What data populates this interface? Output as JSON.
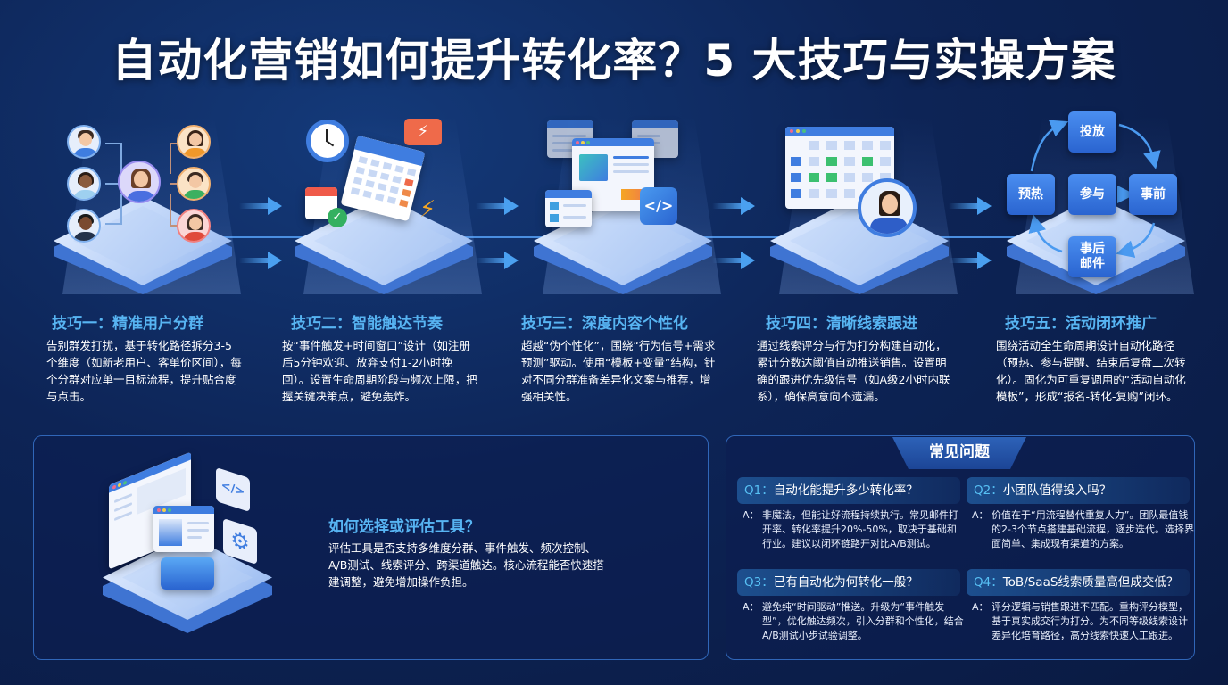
{
  "title": "自动化营销如何提升转化率？5 大技巧与实操方案",
  "colors": {
    "background": "#0d2456",
    "accent": "#57b4f2",
    "flow_line": "#4a8ee0",
    "node": "#3a7ae4"
  },
  "tips": [
    {
      "title": "技巧一：精准用户分群",
      "desc": "告别群发打扰，基于转化路径拆分3-5个维度（如新老用户、客单价区间），每个分群对应单一目标流程，提升贴合度与点击。",
      "icon": "user-segmentation-icon"
    },
    {
      "title": "技巧二：智能触达节奏",
      "desc": "按“事件触发+时间窗口”设计（如注册后5分钟欢迎、放弃支付1-2小时挽回）。设置生命周期阶段与频次上限，把握关键决策点，避免轰炸。",
      "icon": "calendar-clock-icon"
    },
    {
      "title": "技巧三：深度内容个性化",
      "desc": "超越“伪个性化”，围绕“行为信号+需求预测”驱动。使用“模板+变量”结构，针对不同分群准备差异化文案与推荐，增强相关性。",
      "icon": "content-window-icon"
    },
    {
      "title": "技巧四：清晰线索跟进",
      "desc": "通过线索评分与行为打分构建自动化，累计分数达阈值自动推送销售。设置明确的跟进优先级信号（如A级2小时内联系），确保高意向不遗漏。",
      "icon": "lead-scoring-icon"
    },
    {
      "title": "技巧五：活动闭环推广",
      "desc": "围绕活动全生命周期设计自动化路径（预热、参与提醒、结束后复盘二次转化）。固化为可重复调用的“活动自动化模板”，形成“报名-转化-复购”闭环。",
      "icon": "cycle-loop-icon"
    }
  ],
  "cycle": {
    "top": "投放",
    "left": "预热",
    "center": "参与",
    "right": "事前",
    "bottom": "事后\n邮件"
  },
  "tools": {
    "title": "如何选择或评估工具？",
    "desc": "评估工具是否支持多维度分群、事件触发、频次控制、A/B测试、线索评分、跨渠道触达。核心流程能否快速搭建调整，避免增加操作负担。"
  },
  "faq": {
    "heading": "常见问题",
    "items": [
      {
        "num": "Q1：",
        "q": "自动化能提升多少转化率？",
        "a_label": "A：",
        "a": "非魔法，但能让好流程持续执行。常见邮件打开率、转化率提升20%-50%，取决于基础和行业。建议以闭环链路开对比A/B测试。"
      },
      {
        "num": "Q2：",
        "q": "小团队值得投入吗？",
        "a_label": "A：",
        "a": "价值在于“用流程替代重复人力”。团队最值钱的2-3个节点搭建基础流程，逐步迭代。选择界面简单、集成现有渠道的方案。"
      },
      {
        "num": "Q3：",
        "q": "已有自动化为何转化一般？",
        "a_label": "A：",
        "a": "避免纯“时间驱动”推送。升级为“事件触发型”，优化触达频次，引入分群和个性化，结合A/B测试小步试验调整。"
      },
      {
        "num": "Q4：",
        "q": "ToB/SaaS线索质量高但成交低？",
        "a_label": "A：",
        "a": "评分逻辑与销售跟进不匹配。重构评分模型，基于真实成交行为打分。为不同等级线索设计差异化培育路径，高分线索快速人工跟进。"
      }
    ]
  }
}
